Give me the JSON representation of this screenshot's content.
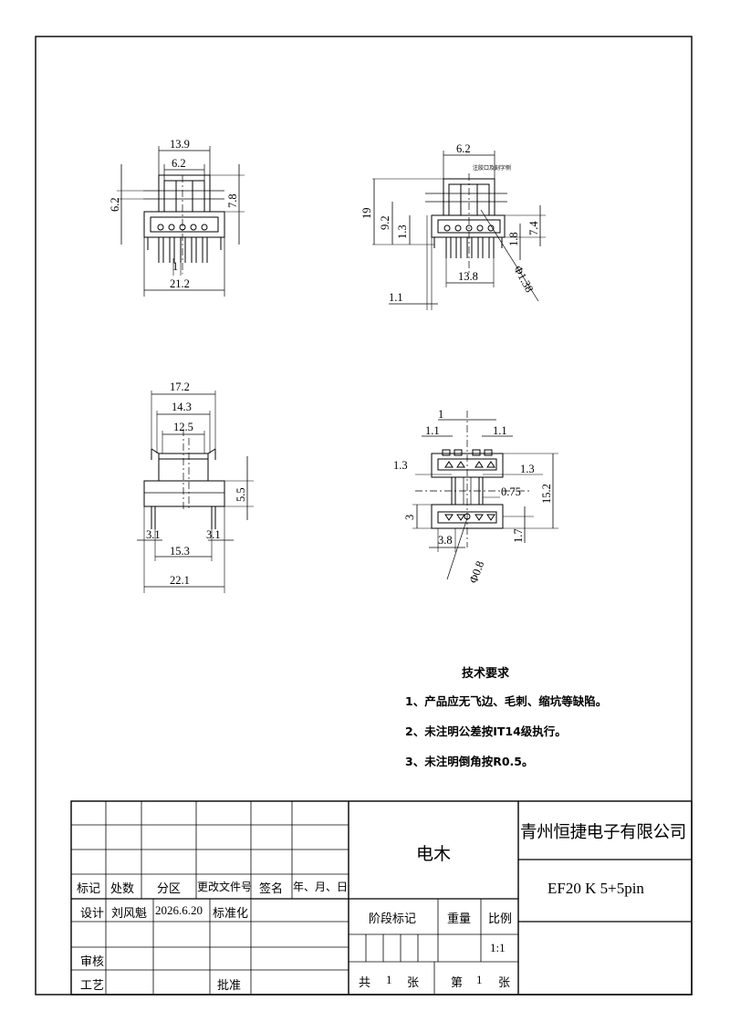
{
  "views": {
    "front": {
      "dim_top_overall": "13.9",
      "dim_top_inner": "6.2",
      "dim_left": "6.2",
      "dim_right": "7.8",
      "dim_pin": "1",
      "dim_bottom": "21.2"
    },
    "side": {
      "dim_top": "6.2",
      "note_label": "注胶口及刻字侧",
      "dim_height": "19",
      "dim_mid": "9.2",
      "dim_small": "1.3",
      "dim_right_a": "1.8",
      "dim_right_b": "7.4",
      "dim_width": "13.8",
      "dim_offset": "1.1",
      "dim_dia": "Φ1.38"
    },
    "top": {
      "dim_a": "17.2",
      "dim_b": "14.3",
      "dim_c": "12.5",
      "dim_h": "5.5",
      "dim_pin_l": "3.1",
      "dim_pin_r": "3.1",
      "dim_pitch": "15.3",
      "dim_overall": "22.1"
    },
    "bottom": {
      "dim_top": "1",
      "dim_left_1": "1.1",
      "dim_right_1": "1.1",
      "dim_left_h": "1.3",
      "dim_right_h": "1.3",
      "dim_overall": "15.2",
      "dim_slot": "0.75",
      "dim_left_3": "3",
      "dim_width": "3.8",
      "dim_right_17": "1.7",
      "dim_dia": "Φ0.8"
    }
  },
  "notes": {
    "title": "技术要求",
    "items": [
      "1、产品应无飞边、毛刺、缩坑等缺陷。",
      "2、未注明公差按IT14级执行。",
      "3、未注明倒角按R0.5。"
    ]
  },
  "title_block": {
    "headers": {
      "mark": "标记",
      "count": "处数",
      "zone": "分区",
      "doc": "更改文件号",
      "sign": "签名",
      "date": "年、月、日"
    },
    "design_label": "设计",
    "designer": "刘风魁",
    "design_date": "2026.6.20",
    "standard_label": "标准化",
    "review_label": "审核",
    "process_label": "工艺",
    "approve_label": "批准",
    "material": "电木",
    "company": "青州恒捷电子有限公司",
    "part_name": "EF20 K 5+5pin",
    "stage_label": "阶段标记",
    "weight_label": "重量",
    "scale_label": "比例",
    "scale_value": "1:1",
    "total_label": "共",
    "total_sheets": "1",
    "sheet_unit": "张",
    "sheet_label": "第",
    "sheet_no": "1",
    "sheet_unit2": "张"
  }
}
